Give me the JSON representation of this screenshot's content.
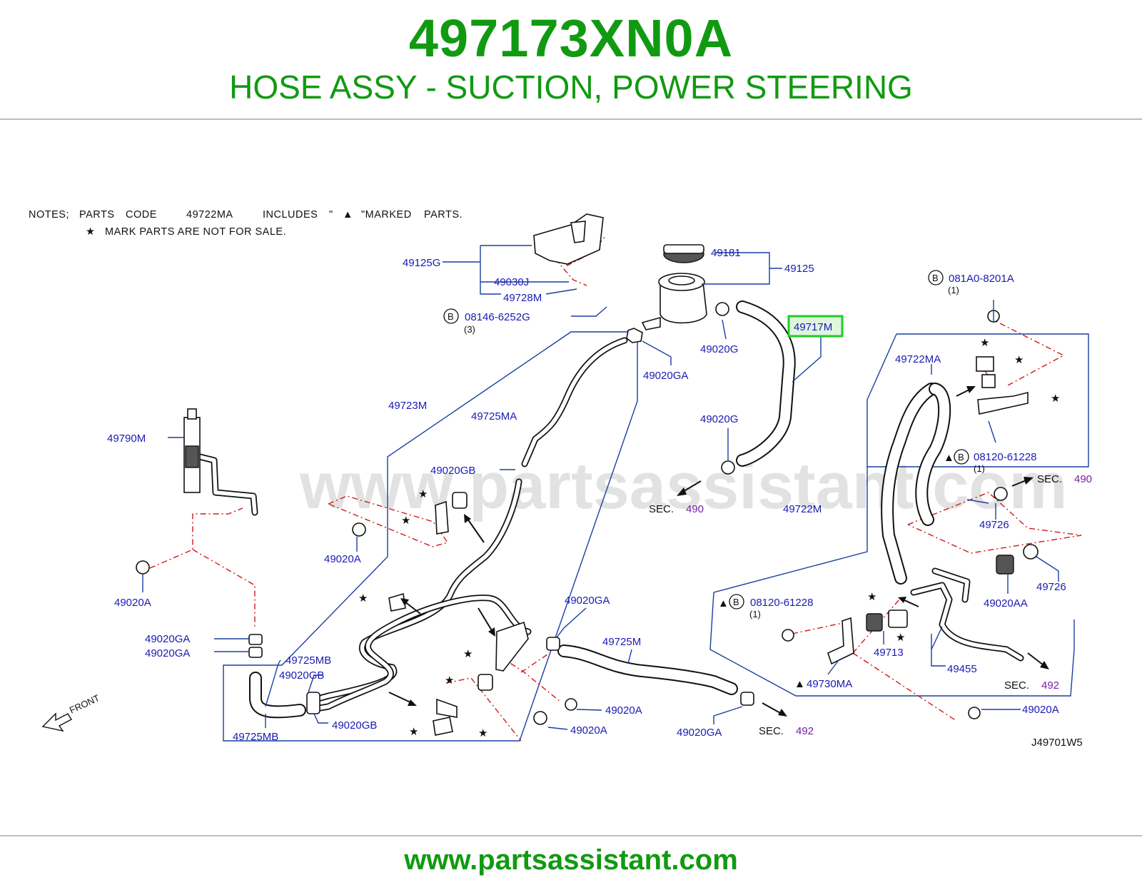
{
  "header": {
    "part_number": "497173XN0A",
    "description": "HOSE ASSY - SUCTION, POWER STEERING"
  },
  "notes": {
    "line1_a": "NOTES;",
    "line1_b": "PARTS",
    "line1_c": "CODE",
    "line1_code": "49722MA",
    "line1_d": "INCLUDES",
    "line1_e": "\"",
    "line1_f": "\"MARKED",
    "line1_g": "PARTS.",
    "line2": "MARK   PARTS   ARE   NOT   FOR   SALE."
  },
  "symbols": {
    "star": "★",
    "triangle": "▲",
    "bolt_mark": "B"
  },
  "labels": {
    "l49125G": "49125G",
    "l49030J": "49030J",
    "l49728M": "49728M",
    "l08146": "08146-6252G",
    "l08146_qty": "(3)",
    "l49181": "49181",
    "l49125": "49125",
    "l49717M": "49717M",
    "l49020G_a": "49020G",
    "l49020G_b": "49020G",
    "l49020GA_top": "49020GA",
    "l49723M": "49723M",
    "l49725MA": "49725MA",
    "l49790M": "49790M",
    "l49020GB_top": "49020GB",
    "l49020A_a": "49020A",
    "l49020A_b": "49020A",
    "l49020GA_1": "49020GA",
    "l49020GA_2": "49020GA",
    "l49725MB_a": "49725MB",
    "l49020GB_a": "49020GB",
    "l49020GB_b": "49020GB",
    "l49725MB_b": "49725MB",
    "l49020GA_mid": "49020GA",
    "l49725M": "49725M",
    "l49020A_c": "49020A",
    "l49020A_d": "49020A",
    "l49020GA_bot": "49020GA",
    "sec": "SEC.",
    "sec490_a": "490",
    "sec490_b": "490",
    "sec492_a": "492",
    "sec492_b": "492",
    "l081A0": "081A0-8201A",
    "l081A0_qty": "(1)",
    "l49722MA": "49722MA",
    "l08120_a": "08120-61228",
    "l08120_a_qty": "(1)",
    "l49722M": "49722M",
    "l49726_a": "49726",
    "l49726_b": "49726",
    "l49020AA": "49020AA",
    "l08120_b": "08120-61228",
    "l08120_b_qty": "(1)",
    "l49713": "49713",
    "l49455": "49455",
    "l49730MA": "49730MA",
    "l49020A_e": "49020A",
    "front": "FRONT",
    "diagram_id": "J49701W5"
  },
  "watermark": "www.partsassistant.com",
  "footer": {
    "url": "www.partsassistant.com"
  },
  "colors": {
    "brand_green": "#119a11",
    "label_blue": "#1a1ab4",
    "leader_blue": "#1a3fa0",
    "dash_red": "#d01818",
    "sec_purple": "#7a1fa3",
    "highlight_green": "#22cc22"
  }
}
